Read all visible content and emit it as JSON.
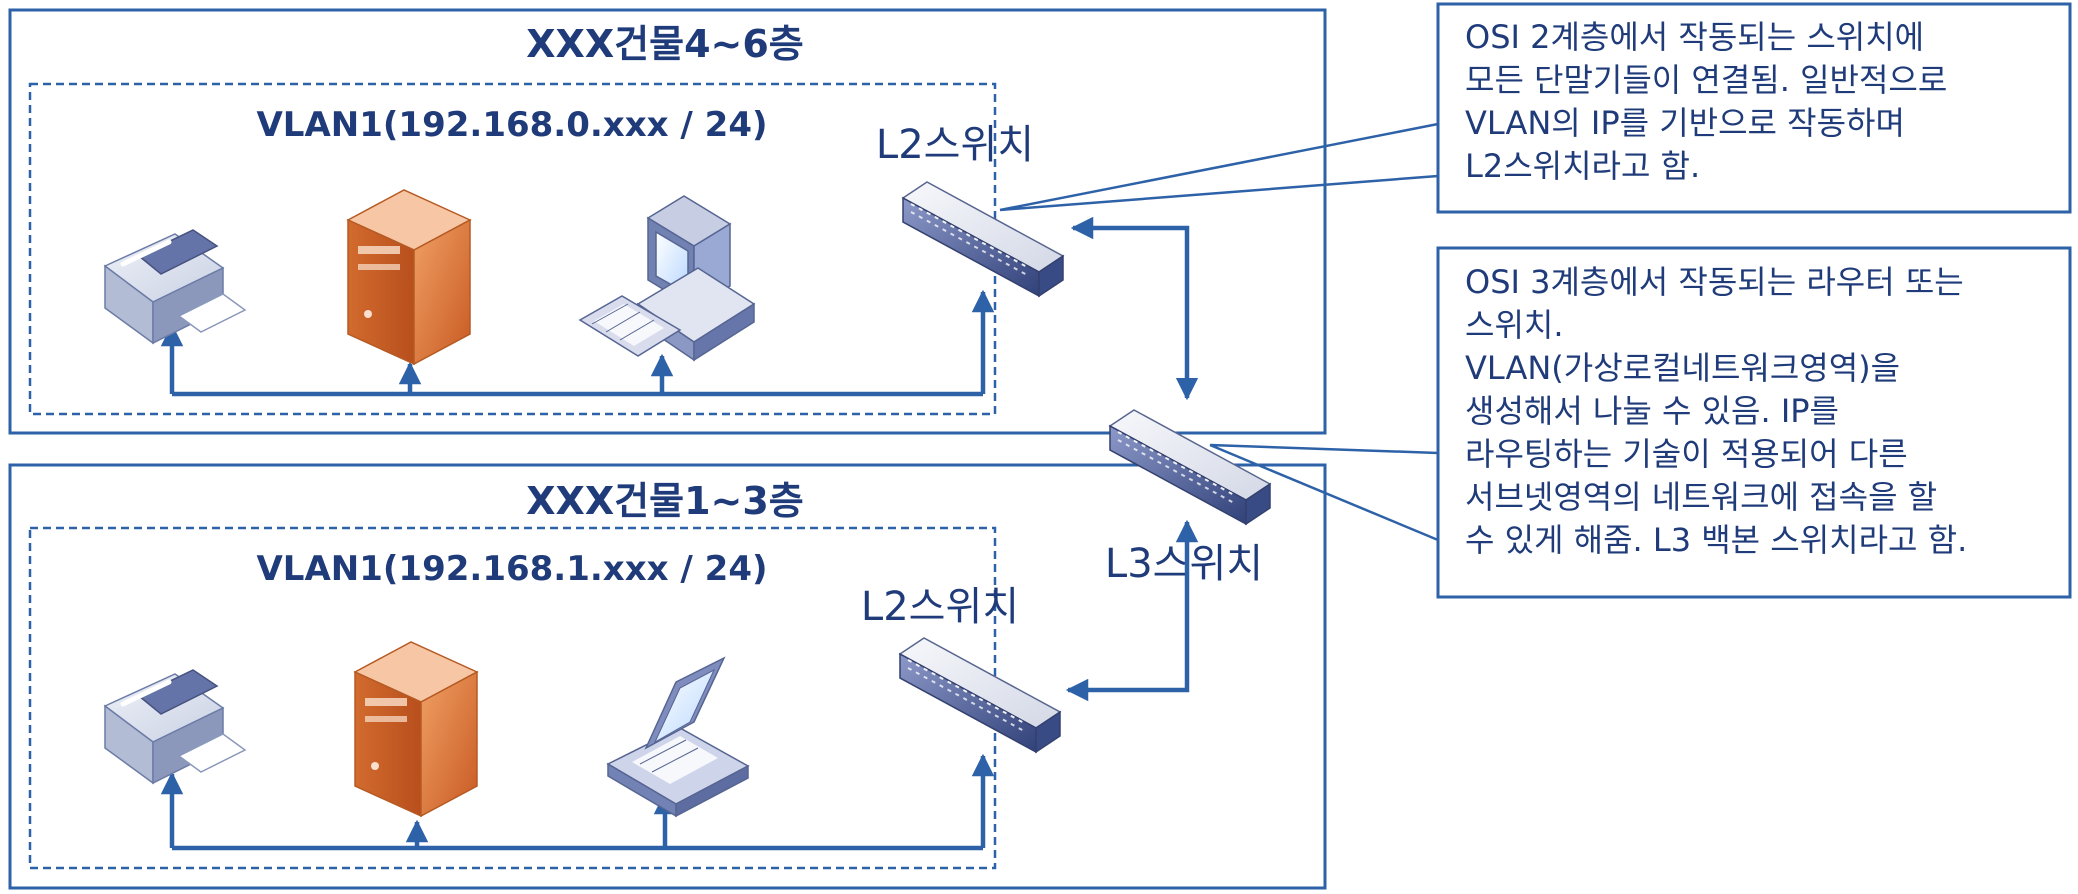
{
  "buildings": [
    {
      "title": "XXX건물4~6층",
      "vlan": "VLAN1(192.168.0.xxx / 24)",
      "switch_label": "L2스위치",
      "devices": [
        "printer",
        "server",
        "desktop-computer"
      ]
    },
    {
      "title": "XXX건물1~3층",
      "vlan": "VLAN1(192.168.1.xxx / 24)",
      "switch_label": "L2스위치",
      "devices": [
        "printer",
        "server",
        "laptop"
      ]
    }
  ],
  "core_switch": {
    "label": "L3스위치"
  },
  "notes": {
    "l2": [
      "OSI 2계층에서 작동되는 스위치에",
      "모든 단말기들이 연결됨. 일반적으로",
      "VLAN의 IP를 기반으로 작동하며",
      "L2스위치라고 함."
    ],
    "l3": [
      "OSI 3계층에서 작동되는 라우터 또는",
      "스위치.",
      "VLAN(가상로컬네트워크영역)을",
      "생성해서 나눌 수 있음.  IP를",
      "라우팅하는 기술이 적용되어 다른",
      "서브넷영역의 네트워크에 접속을 할",
      "수 있게 해줌. L3 백본 스위치라고 함."
    ]
  },
  "colors": {
    "line": "#2e62a8",
    "text": "#1f3b7a",
    "server": "#d9753a",
    "switch_top": "#5a6ba8"
  }
}
